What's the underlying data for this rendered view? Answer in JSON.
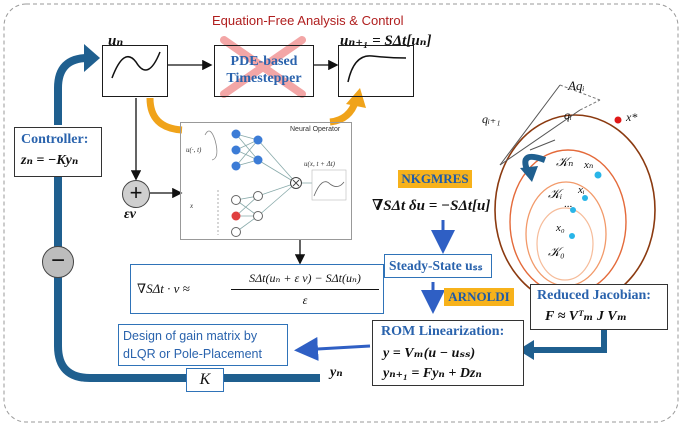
{
  "title": "Equation-Free Analysis & Control",
  "u_n": "uₙ",
  "u_next": "uₙ₊₁ = SΔt[uₙ]",
  "pde_label_1": "PDE-based",
  "pde_label_2": "Timestepper",
  "neural_operator": "Neural Operator",
  "no_input": "u(·, t)",
  "no_x": "x",
  "no_output": "u(x, t + Δt)",
  "controller_title": "Controller:",
  "controller_law": "zₙ = −Kyₙ",
  "plus": "+",
  "eps_v": "εv",
  "minus": "−",
  "nkgmres": "NKGMRES",
  "newton_eq": "∇SΔt δu = −SΔt[u]",
  "jv_lhs": "∇SΔt · v ≈",
  "jv_num": "SΔt(uₙ + ε v) − SΔt(uₙ)",
  "jv_den": "ε",
  "steady_state": "Steady-State uₛₛ",
  "arnoldi": "ARNOLDI",
  "reduced_title": "Reduced Jacobian:",
  "reduced_eq": "F ≈ Vᵀₘ J Vₘ",
  "rom_title": "ROM Linearization:",
  "rom_eq1": "y = Vₘ(u − uₛₛ)",
  "rom_eq2": "yₙ₊₁ = Fyₙ + Dzₙ",
  "gain_line1": "Design of gain matrix by",
  "gain_line2": "dLQR or Pole-Placement",
  "K": "K",
  "y_n": "yₙ",
  "krylov": {
    "Aq": "Aqᵢ",
    "q_next": "qᵢ₊₁",
    "q_i": "qᵢ",
    "x_star": "x*",
    "K_n": "𝒦ₙ",
    "x_n": "xₙ",
    "K_i": "𝒦ᵢ",
    "x_i": "xᵢ",
    "x_0": "x₀",
    "K_0": "𝒦₀",
    "dots": "..."
  },
  "colors": {
    "arrow_blue": "#1f5f8f",
    "accent_blue": "#2f5fc4",
    "orange": "#f0a31a",
    "brown": "#b5541b",
    "red_x": "#f3a6a6"
  }
}
